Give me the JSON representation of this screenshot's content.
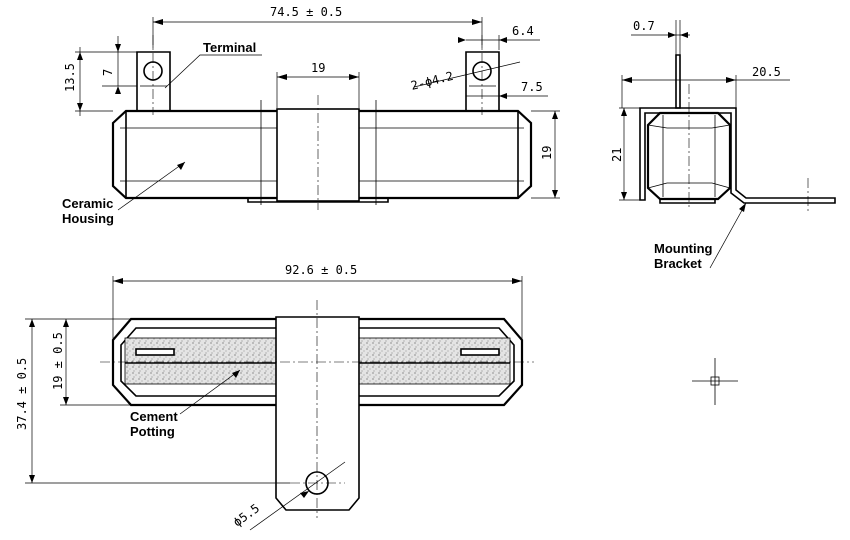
{
  "labels": {
    "terminal": "Terminal",
    "ceramic_housing_line1": "Ceramic",
    "ceramic_housing_line2": "Housing",
    "mounting_bracket_line1": "Mounting",
    "mounting_bracket_line2": "Bracket",
    "cement_potting_line1": "Cement",
    "cement_potting_line2": "Potting"
  },
  "dimensions": {
    "terminal_spacing": "74.5 ± 0.5",
    "terminal_width": "6.4",
    "terminal_height": "7",
    "terminal_total_height": "13.5",
    "bracket_width": "19",
    "hole_dia": "2-ϕ4.2",
    "terminal_offset": "7.5",
    "housing_height": "19",
    "bracket_thickness": "0.7",
    "bracket_flange": "20.5",
    "side_height": "21",
    "overall_length": "92.6 ± 0.5",
    "body_width": "19 ± 0.5",
    "overall_width": "37.4 ± 0.5",
    "mount_hole_dia": "ϕ5.5"
  }
}
